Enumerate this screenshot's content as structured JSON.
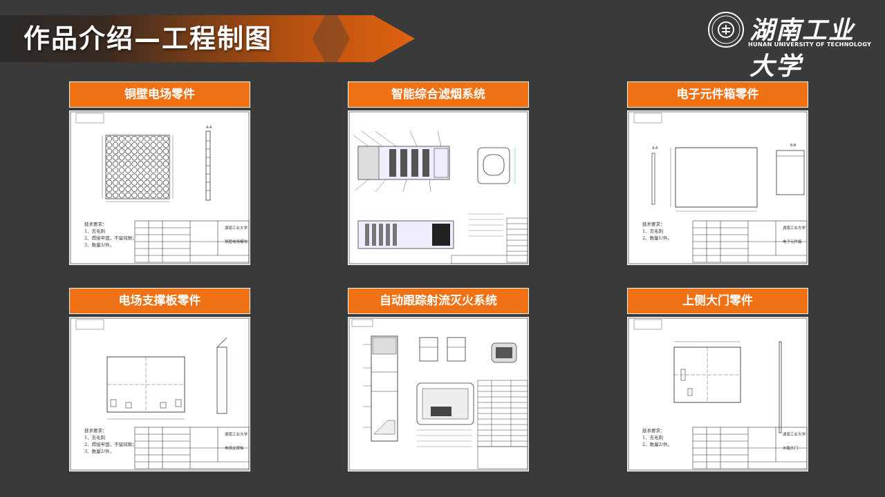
{
  "header": {
    "title": "作品介绍—工程制图",
    "banner_colors": [
      "#1f1f1f",
      "#d95d12"
    ]
  },
  "logo": {
    "name_cn": "湖南工业大学",
    "name_en": "HUNAN UNIVERSITY OF TECHNOLOGY",
    "icon": "university-seal-icon"
  },
  "accent_color": "#f07014",
  "cards": [
    {
      "title": "铜壁电场零件",
      "tech_notes": [
        "技术要求：",
        "1、去毛刺",
        "2、焊接牢固，不留间隙；",
        "3、数量3/件。"
      ],
      "school": "湖南工业大学",
      "part_name": "铜壁电场模块"
    },
    {
      "title": "智能综合滤烟系统",
      "tech_notes": [],
      "school": "",
      "part_name": ""
    },
    {
      "title": "电子元件箱零件",
      "tech_notes": [
        "技术要求：",
        "1、去毛刺",
        "2、数量1/件。"
      ],
      "school": "湖南工业大学",
      "part_name": "电子元件箱"
    },
    {
      "title": "电场支撑板零件",
      "tech_notes": [
        "技术要求：",
        "1、去毛刺",
        "2、焊接牢固，不留间隙；",
        "3、数量2/件。"
      ],
      "school": "湖南工业大学",
      "part_name": "电场支撑板"
    },
    {
      "title": "自动跟踪射流灭火系统",
      "tech_notes": [],
      "school": "",
      "part_name": ""
    },
    {
      "title": "上侧大门零件",
      "tech_notes": [
        "技术要求：",
        "1、去毛刺",
        "2、数量2/件。"
      ],
      "school": "湖南工业大学",
      "part_name": "水箱大门"
    }
  ]
}
